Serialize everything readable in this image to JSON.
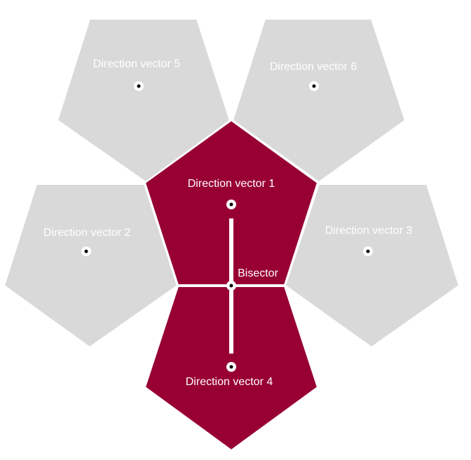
{
  "colors": {
    "highlight": "#980033",
    "inactive": "#d9d9d9",
    "line": "#ffffff",
    "background": "#ffffff"
  },
  "labels": {
    "dv1": "Direction vector 1",
    "dv2": "Direction vector 2",
    "dv3": "Direction vector 3",
    "dv4": "Direction vector 4",
    "dv5": "Direction vector 5",
    "dv6": "Direction vector 6",
    "bisector": "Bisector"
  }
}
